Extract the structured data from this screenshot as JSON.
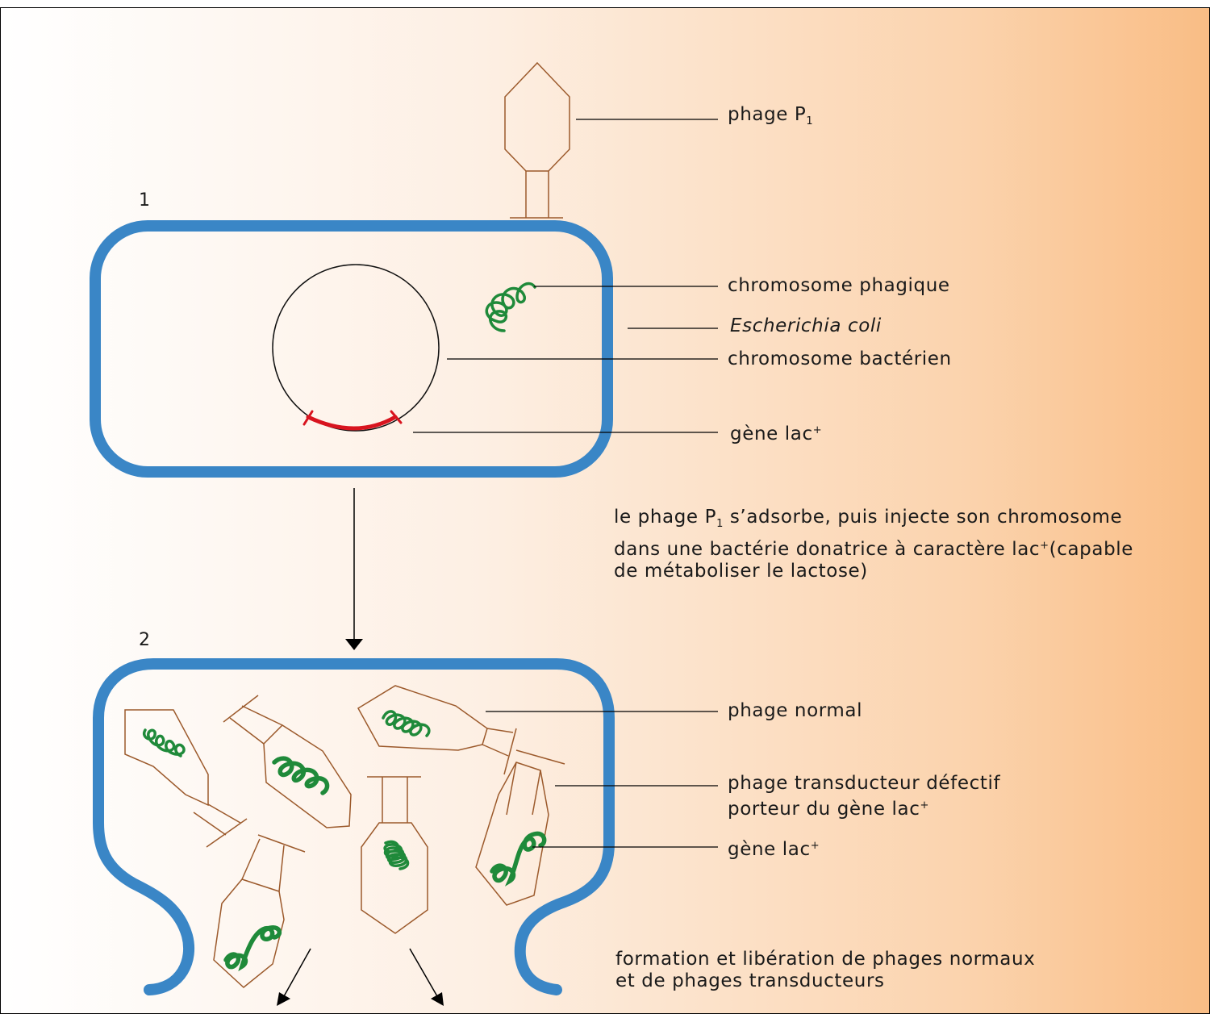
{
  "steps": {
    "step1": "1",
    "step2": "2"
  },
  "labels": {
    "phage_p1": "phage P",
    "phage_p1_sub": "1",
    "chromosome_phagique": "chromosome phagique",
    "escherichia_coli": "Escherichia coli",
    "chromosome_bacterien": "chromosome bactérien",
    "gene_lac_1": "gène lac",
    "gene_lac_1_sup": "+",
    "phage_normal": "phage normal",
    "phage_transducteur_line1": "phage transducteur défectif",
    "phage_transducteur_line2": "porteur du gène lac",
    "phage_transducteur_sup": "+",
    "gene_lac_2": "gène lac",
    "gene_lac_2_sup": "+"
  },
  "captions": {
    "step1_a": "le phage P",
    "step1_a_sub": "1",
    "step1_b": " s’adsorbe, puis injecte son chromosome",
    "step1_line2_a": "dans une bactérie donatrice  à caractère lac",
    "step1_line2_sup": "+",
    "step1_line2_b": "(capable",
    "step1_line3": "de métaboliser le lactose)",
    "step2_line1": "formation et libération de phages normaux",
    "step2_line2": "et de phages transducteurs"
  },
  "colors": {
    "membrane": "#3a86c6",
    "phage_outline": "#9c5a2c",
    "dna_green": "#1f8a3a",
    "gene_red": "#d8141f",
    "leader": "#000000"
  }
}
